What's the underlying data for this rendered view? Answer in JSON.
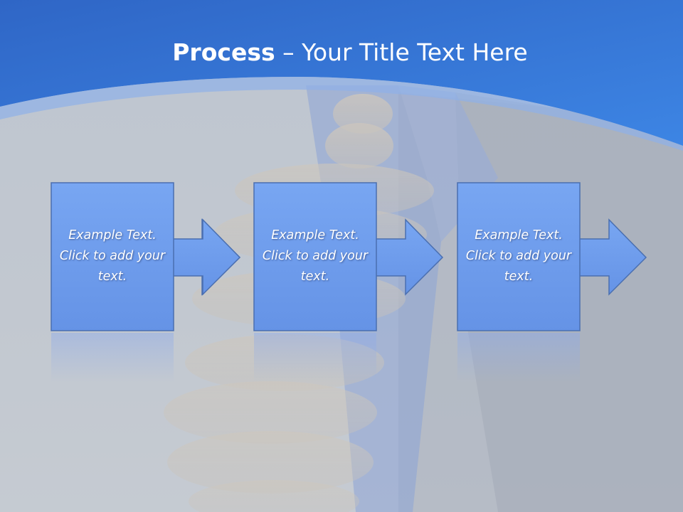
{
  "slide": {
    "title_bold": "Process",
    "title_rest": " – Your Title Text Here",
    "steps": [
      {
        "text": "Example Text. Click  to add your text."
      },
      {
        "text": "Example Text. Click  to add your text."
      },
      {
        "text": "Example Text. Click  to add your text."
      }
    ]
  },
  "colors": {
    "header_blue": "#3a7bdc",
    "box_fill": "#6f9ff0",
    "box_border": "#4a6fb0",
    "background": "#c2c8d0"
  },
  "icons": [
    "rope-illustration",
    "arrow-right-icon"
  ]
}
